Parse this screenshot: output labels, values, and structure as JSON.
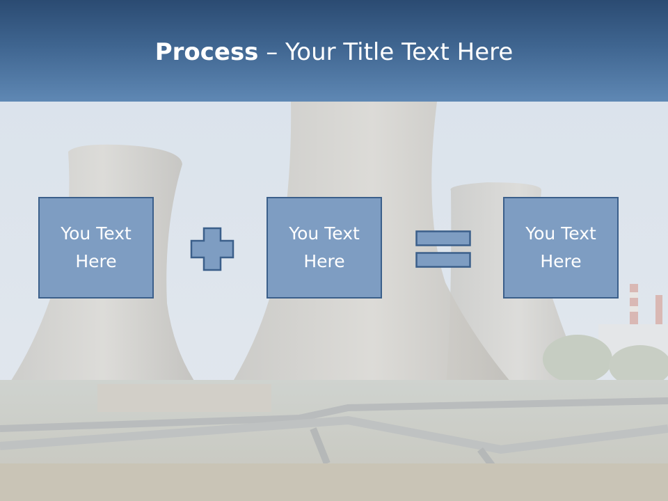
{
  "slide": {
    "title_bold": "Process",
    "title_rest": " – Your Title Text Here",
    "boxes": [
      {
        "text": "You Text\nHere"
      },
      {
        "text": "You Text\nHere"
      },
      {
        "text": "You Text\nHere"
      }
    ],
    "operators": {
      "first": "plus-icon",
      "second": "equals-icon"
    },
    "colors": {
      "header_top": "#2b4b72",
      "header_bottom": "#5f88b4",
      "box_fill": "#7e9dc2",
      "box_border": "#3b5f8a",
      "text": "#ffffff"
    }
  }
}
